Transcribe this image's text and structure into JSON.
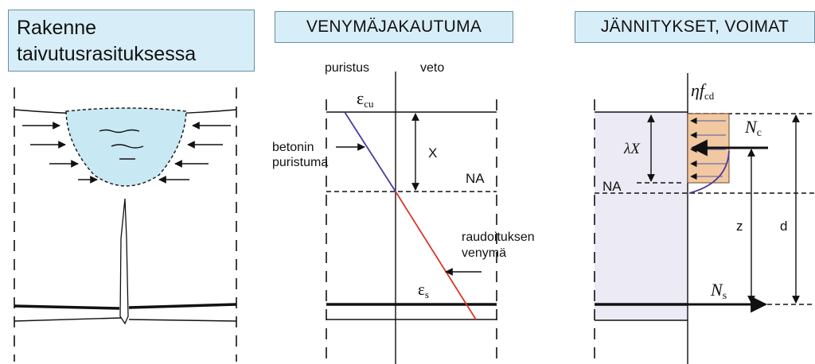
{
  "panels": {
    "structure": {
      "title_line1": "Rakenne",
      "title_line2": "taivutusrasituksessa"
    },
    "strain": {
      "title": "VENYMÄJAKAUTUMA",
      "compression_label": "puristus",
      "tension_label": "veto",
      "eps_cu_base": "ε",
      "eps_cu_sub": "cu",
      "x_label": "X",
      "na_label": "NA",
      "concrete_strain_line1": "betonin",
      "concrete_strain_line2": "puristuma",
      "rebar_strain_line1": "raudoituksen",
      "rebar_strain_line2": "venymä",
      "eps_s_base": "ε",
      "eps_s_sub": "s"
    },
    "stresses": {
      "title": "JÄNNITYKSET, VOIMAT",
      "eta_f_base": "ηf",
      "eta_f_sub": "cd",
      "lambda_x_label": "λX",
      "na_label": "NA",
      "nc_base": "N",
      "nc_sub": "c",
      "z_label": "z",
      "d_label": "d",
      "ns_base": "N",
      "ns_sub": "s"
    }
  },
  "colors": {
    "header_fill": "#d7eef8",
    "header_border": "#6a8fa3",
    "compression_zone_fill": "#c8e9f3",
    "concrete_strain_line": "#4b3c9b",
    "rebar_strain_line": "#d9362b",
    "stress_block_fill": "#f2c8a0",
    "section_shade": "#ecebf5"
  }
}
